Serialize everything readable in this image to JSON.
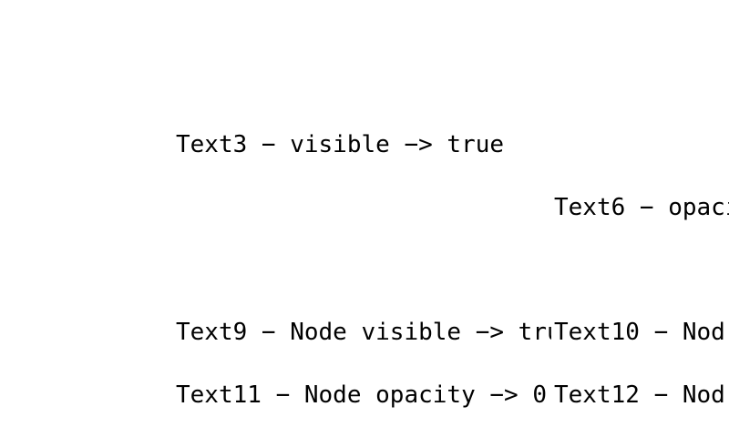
{
  "page": {
    "background_color": "#ffffff",
    "text_color": "#000000"
  },
  "texts": {
    "text3": {
      "label": "Text3 − visible −> true"
    },
    "text6": {
      "label": "Text6 − opaci"
    },
    "text9": {
      "label": "Text9 − Node visible −> tru"
    },
    "text10": {
      "label": "Text10 − Nod"
    },
    "text11": {
      "label": "Text11 − Node opacity −> 0"
    },
    "text12": {
      "label": "Text12 − Nod"
    }
  }
}
